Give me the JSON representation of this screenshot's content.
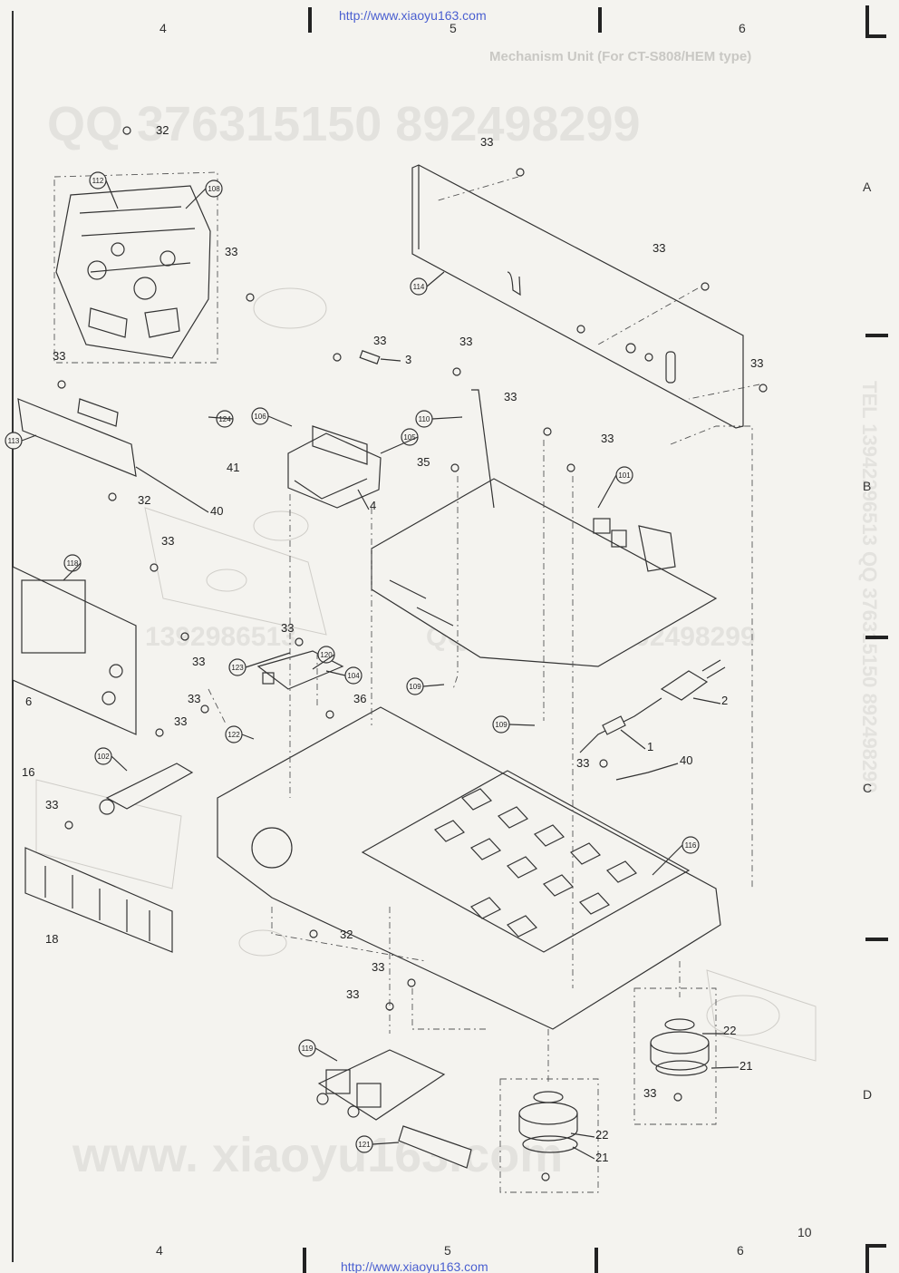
{
  "urls": {
    "top": "http://www.xiaoyu163.com",
    "bottom": "http://www.xiaoyu163.com"
  },
  "header": {
    "faint_title": "Mechanism Unit (For CT-S808/HEM type)"
  },
  "grid": {
    "columns": [
      "4",
      "5",
      "6"
    ],
    "rows": [
      "A",
      "B",
      "C",
      "D"
    ]
  },
  "page_number": "10",
  "watermarks": {
    "qq_top": "QQ 376315150   892498299",
    "qq_mid": "QQ 376315150   892498299",
    "qq_left": "1392986513",
    "side": "TEL 13942296513   QQ 376315150   892498299",
    "site": "www. xiaoyu163.com"
  },
  "part_labels": [
    "32",
    "33",
    "33",
    "33",
    "33",
    "33",
    "33",
    "33",
    "33",
    "33",
    "33",
    "33",
    "33",
    "33",
    "33",
    "33",
    "33",
    "33",
    "33",
    "33",
    "3",
    "4",
    "35",
    "36",
    "40",
    "40",
    "41",
    "32",
    "32",
    "6",
    "16",
    "18",
    "2",
    "1",
    "22",
    "21",
    "22",
    "21"
  ],
  "circled_labels": [
    "112",
    "108",
    "114",
    "106",
    "110",
    "105",
    "101",
    "113",
    "124",
    "118",
    "123",
    "120",
    "104",
    "109",
    "109",
    "122",
    "102",
    "116",
    "119",
    "121"
  ],
  "colors": {
    "paper": "#f4f3ef",
    "ink": "#222222",
    "url": "#4a5fd0"
  }
}
